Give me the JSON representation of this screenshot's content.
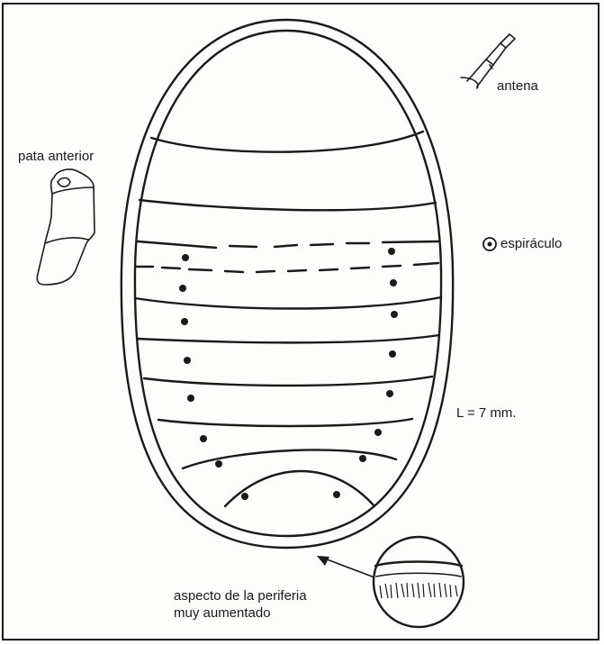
{
  "labels": {
    "antenna": "antena",
    "front_leg": "pata anterior",
    "spiracle": "espiráculo",
    "length": "L = 7 mm.",
    "periphery_line1": "aspecto de la periferia",
    "periphery_line2": "muy aumentado"
  },
  "colors": {
    "ink": "#1a1a1a",
    "paper": "#fdfdfb"
  }
}
